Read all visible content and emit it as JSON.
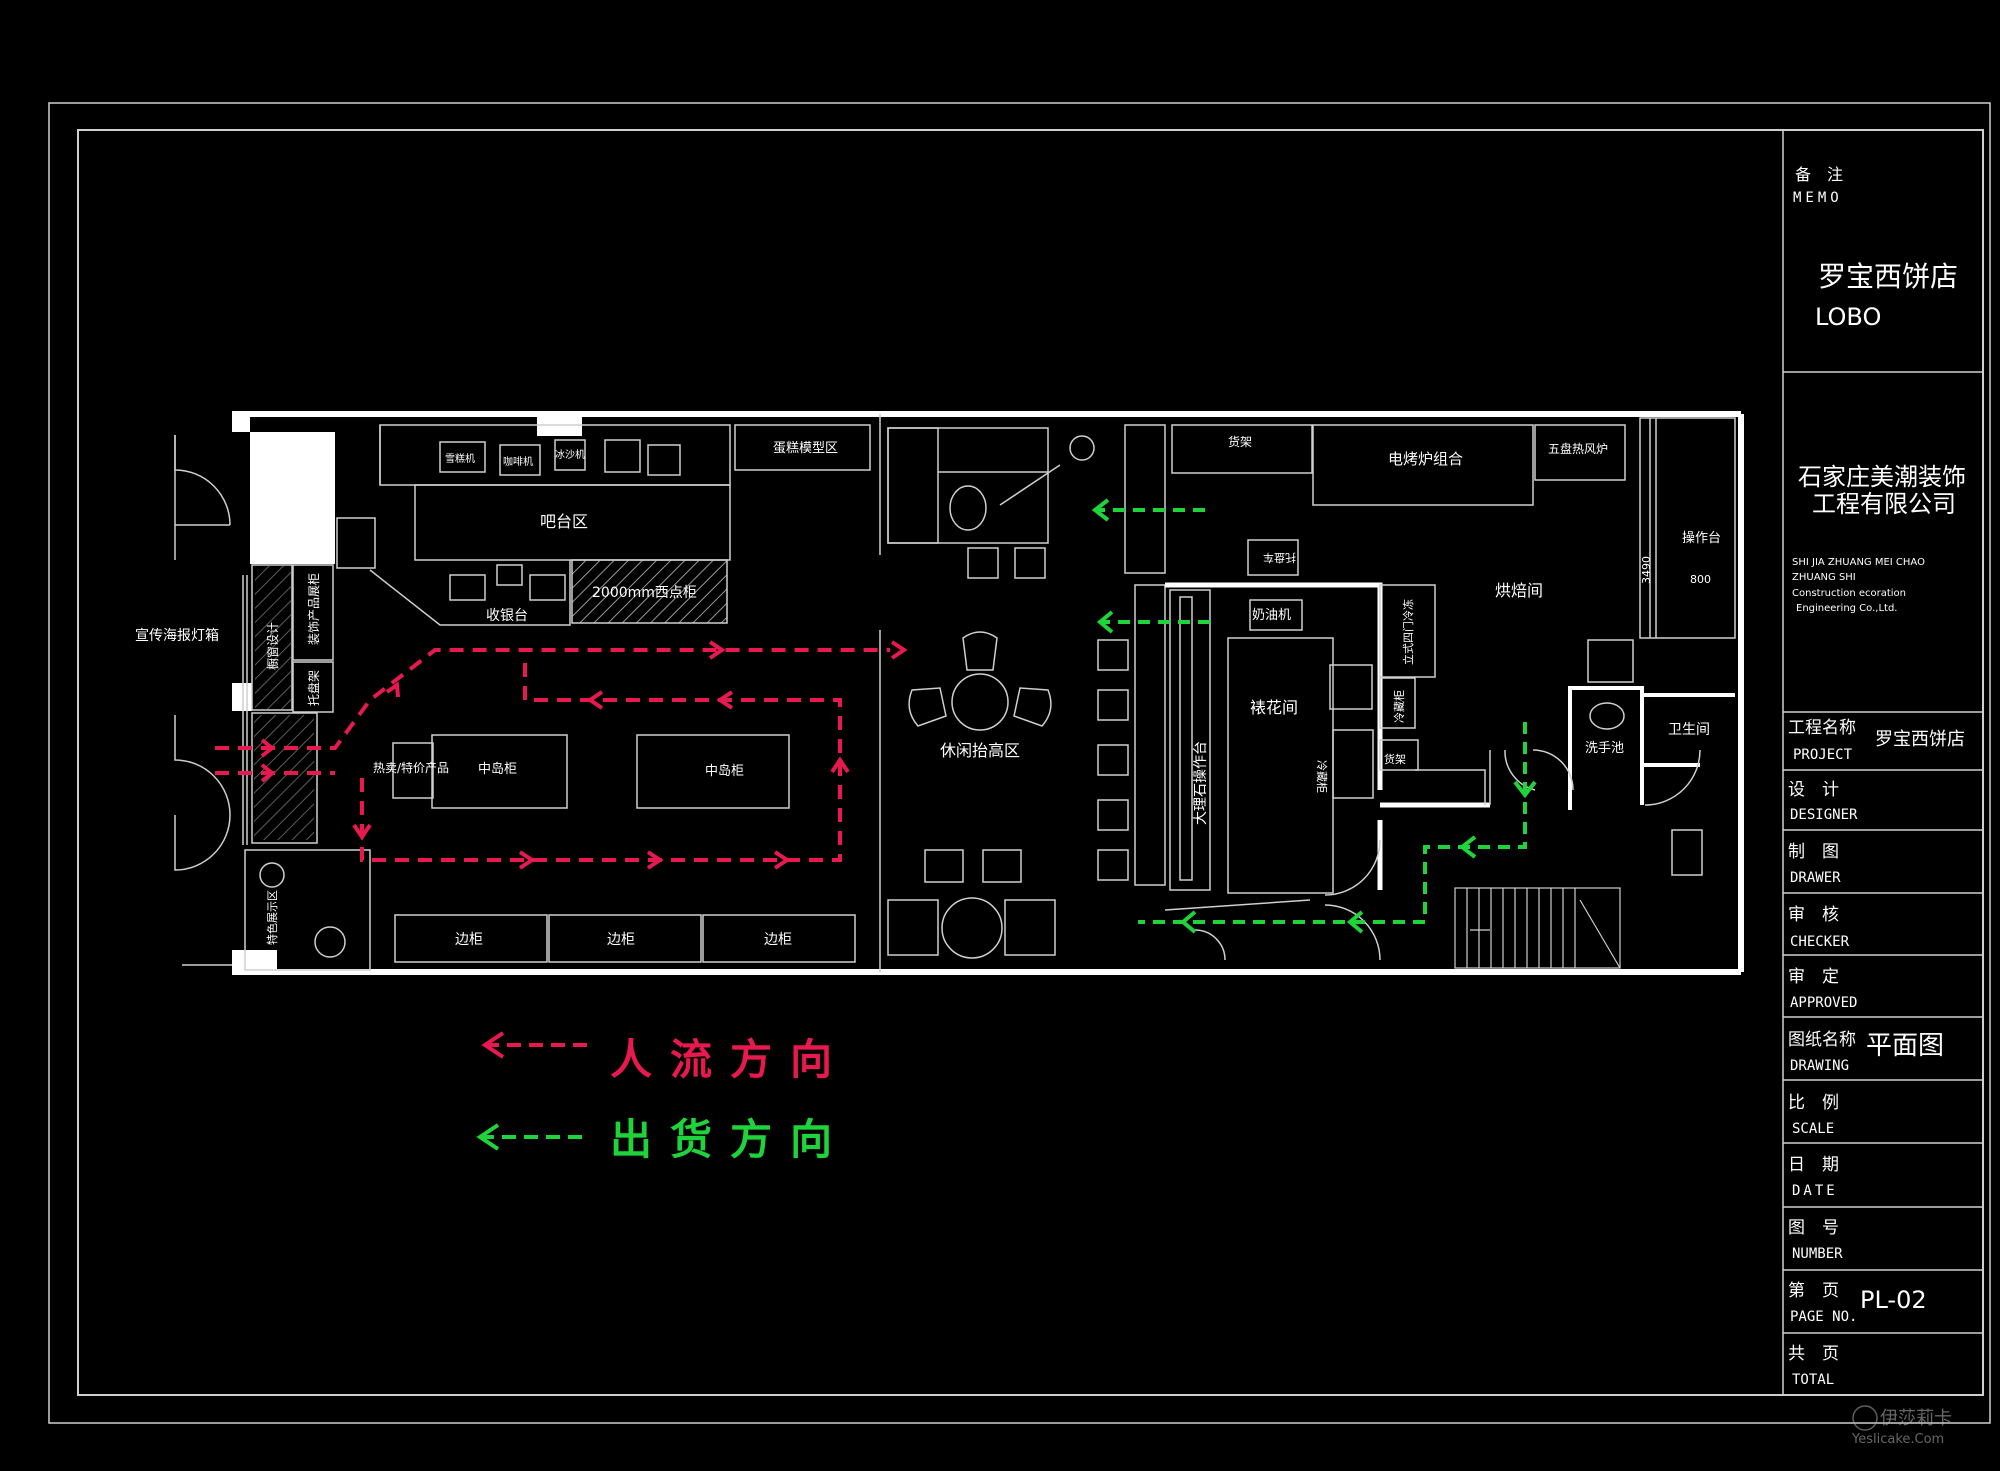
{
  "title_block": {
    "memo_cn": "备　注",
    "memo_en": "MEMO",
    "shop_cn": "罗宝西饼店",
    "shop_en": "LOBO",
    "company_cn_1": "石家庄美潮装饰",
    "company_cn_2": "工程有限公司",
    "company_en_1": "SHI JIA ZHUANG MEI CHAO",
    "company_en_2": "ZHUANG SHI",
    "company_en_3": "Construction ecoration",
    "company_en_4": "Engineering Co.,Ltd.",
    "project_cn": "工程名称",
    "project_en": "PROJECT",
    "project_value": "罗宝西饼店",
    "designer_cn": "设　计",
    "designer_en": "DESIGNER",
    "drawn_cn": "制　图",
    "drawn_en": "DRAWER",
    "checker_cn": "审　核",
    "checker_en": "CHECKER",
    "approved_cn": "审　定",
    "approved_en": "APPROVED",
    "drawing_cn": "图纸名称",
    "drawing_en": "DRAWING",
    "drawing_value": "平面图",
    "scale_cn": "比　例",
    "scale_en": "SCALE",
    "date_cn": "日　期",
    "date_en": "DATE",
    "number_cn": "图　号",
    "number_en": "NUMBER",
    "page_cn": "第　页",
    "page_en": "PAGE NO.",
    "page_value": "PL-02",
    "total_cn": "共　页",
    "total_en": "TOTAL"
  },
  "rooms": {
    "poster": "宣传海报灯箱",
    "bar": "吧台区",
    "cashier": "收银台",
    "cake_model": "蛋糕模型区",
    "pastry_cabinet": "2000mm西点柜",
    "ice_cream": "雪糕机",
    "coffee": "咖啡机",
    "ice_machine": "冰沙机",
    "hot_sale": "热卖/特价产品",
    "island1": "中岛柜",
    "island2": "中岛柜",
    "side1": "边柜",
    "side2": "边柜",
    "side3": "边柜",
    "lounge": "休闲抬高区",
    "shelf_top": "货架",
    "oven_combo": "电烤炉组合",
    "five_oven": "五盘热风炉",
    "baking_room": "烘焙间",
    "console": "操作台",
    "dim_3490": "3490",
    "dim_800": "800",
    "cart": "托盘车",
    "cream_machine": "奶油机",
    "decor_room": "裱花间",
    "marble_table": "大理石操作台",
    "fridge_upright": "立式四门冷冻",
    "freezer": "冷藏柜",
    "freezer2": "冷藏柜",
    "shelf_side": "货架",
    "toilet": "卫生间",
    "washbasin": "洗手池",
    "window_display": "橱窗设计",
    "deco_cabinet": "装饰产品展柜",
    "tray_rack": "托盘架",
    "sofa_note": "特色展示区"
  },
  "legend": {
    "people": "人流方向",
    "goods": "出货方向"
  },
  "colors": {
    "people_flow": "#e8194f",
    "goods_flow": "#1fd43a"
  },
  "watermark": {
    "cn": "伊莎莉卡",
    "en": "Yeslicake.Com"
  }
}
